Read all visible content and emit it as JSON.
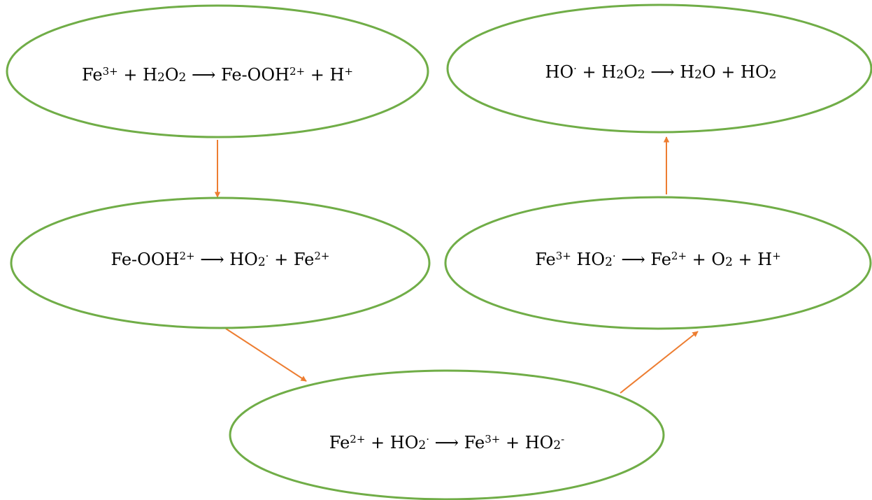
{
  "colors": {
    "node_stroke": "#70ad47",
    "arrow": "#ed7d31",
    "text": "#000000",
    "background": "#ffffff"
  },
  "nodes": [
    {
      "id": "n1",
      "parts": [
        {
          "t": "Fe"
        },
        {
          "t": "3+",
          "s": "sup"
        },
        {
          "t": " + H"
        },
        {
          "t": "2",
          "s": "sub"
        },
        {
          "t": "O"
        },
        {
          "t": "2",
          "s": "sub"
        },
        {
          "t": " ⟶ Fe-OOH"
        },
        {
          "t": "2+",
          "s": "sup"
        },
        {
          "t": " + H"
        },
        {
          "t": "+",
          "s": "sup"
        }
      ]
    },
    {
      "id": "n2",
      "parts": [
        {
          "t": "HO"
        },
        {
          "t": "·",
          "s": "sup"
        },
        {
          "t": " + H"
        },
        {
          "t": "2",
          "s": "sub"
        },
        {
          "t": "O"
        },
        {
          "t": "2",
          "s": "sub"
        },
        {
          "t": "  ⟶  H"
        },
        {
          "t": "2",
          "s": "sub"
        },
        {
          "t": "O + HO"
        },
        {
          "t": "2",
          "s": "sub"
        }
      ]
    },
    {
      "id": "n3",
      "parts": [
        {
          "t": "Fe-OOH"
        },
        {
          "t": "2+",
          "s": "sup"
        },
        {
          "t": "  ⟶  HO"
        },
        {
          "t": "2",
          "s": "sub"
        },
        {
          "t": "·",
          "s": "sup"
        },
        {
          "t": " + Fe"
        },
        {
          "t": "2+",
          "s": "sup"
        }
      ]
    },
    {
      "id": "n4",
      "parts": [
        {
          "t": "Fe"
        },
        {
          "t": "3+",
          "s": "sup"
        },
        {
          "t": " HO"
        },
        {
          "t": "2",
          "s": "sub"
        },
        {
          "t": "·",
          "s": "sup"
        },
        {
          "t": " ⟶  Fe"
        },
        {
          "t": "2+",
          "s": "sup"
        },
        {
          "t": " + O"
        },
        {
          "t": "2",
          "s": "sub"
        },
        {
          "t": " + H"
        },
        {
          "t": "+",
          "s": "sup"
        }
      ]
    },
    {
      "id": "n5",
      "parts": [
        {
          "t": "Fe"
        },
        {
          "t": "2+",
          "s": "sup"
        },
        {
          "t": " + HO"
        },
        {
          "t": "2",
          "s": "sub"
        },
        {
          "t": "·",
          "s": "sup"
        },
        {
          "t": " ⟶  Fe"
        },
        {
          "t": "3+",
          "s": "sup"
        },
        {
          "t": " + HO"
        },
        {
          "t": "2",
          "s": "sub"
        },
        {
          "t": "-",
          "s": "sup"
        }
      ]
    }
  ],
  "edges": [
    {
      "from": "n1",
      "to": "n3"
    },
    {
      "from": "n3",
      "to": "n5"
    },
    {
      "from": "n5",
      "to": "n4"
    },
    {
      "from": "n4",
      "to": "n2"
    }
  ]
}
